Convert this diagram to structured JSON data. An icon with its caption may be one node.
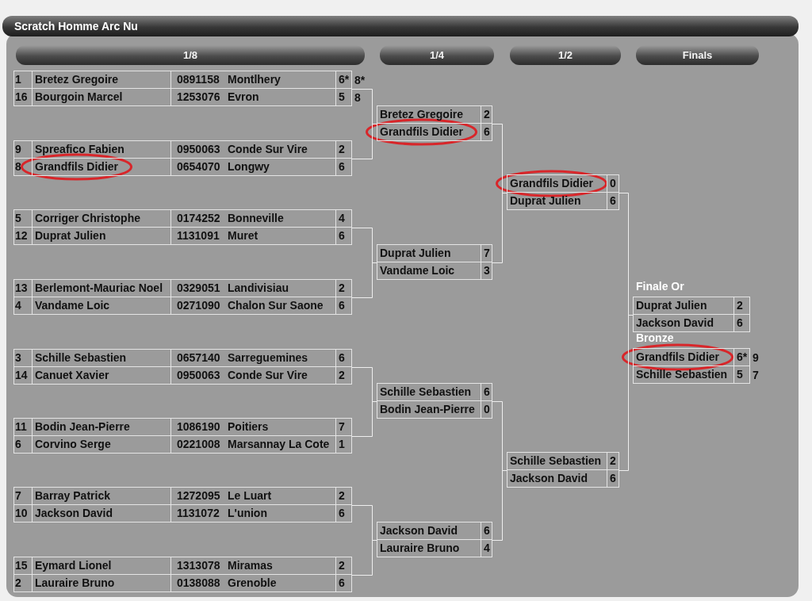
{
  "diagram": {
    "title": "Scratch Homme Arc Nu",
    "nodes": [
      {
        "text": [
          "1/8"
        ]
      },
      {
        "text": [
          "1/4"
        ]
      },
      {
        "text": [
          "1/2"
        ]
      },
      {
        "text": [
          "Finals"
        ]
      },
      {
        "text": [
          "1",
          "Bretez Gregoire",
          "0891158",
          "Montlhery",
          "6*",
          "16",
          "Bourgoin Marcel",
          "1253076",
          "Evron",
          "5"
        ],
        "beside": [
          "8*",
          "8"
        ]
      },
      {
        "text": [
          "9",
          "Spreafico Fabien",
          "0950063",
          "Conde Sur Vire",
          "2",
          "8",
          "Grandfils Didier",
          "0654070",
          "Longwy",
          "6"
        ]
      },
      {
        "text": [
          "5",
          "Corriger Christophe",
          "0174252",
          "Bonneville",
          "4",
          "12",
          "Duprat Julien",
          "1131091",
          "Muret",
          "6"
        ]
      },
      {
        "text": [
          "13",
          "Berlemont-Mauriac Noel",
          "0329051",
          "Landivisiau",
          "2",
          "4",
          "Vandame Loic",
          "0271090",
          "Chalon Sur Saone",
          "6"
        ]
      },
      {
        "text": [
          "3",
          "Schille Sebastien",
          "0657140",
          "Sarreguemines",
          "6",
          "14",
          "Canuet Xavier",
          "0950063",
          "Conde Sur Vire",
          "2"
        ]
      },
      {
        "text": [
          "11",
          "Bodin Jean-Pierre",
          "1086190",
          "Poitiers",
          "7",
          "6",
          "Corvino Serge",
          "0221008",
          "Marsannay La Cote",
          "1"
        ]
      },
      {
        "text": [
          "7",
          "Barray Patrick",
          "1272095",
          "Le Luart",
          "2",
          "10",
          "Jackson David",
          "1131072",
          "L'union",
          "6"
        ]
      },
      {
        "text": [
          "15",
          "Eymard Lionel",
          "1313078",
          "Miramas",
          "2",
          "2",
          "Lauraire Bruno",
          "0138088",
          "Grenoble",
          "6"
        ]
      },
      {
        "text": [
          "Bretez Gregoire",
          "2",
          "Grandfils Didier",
          "6"
        ]
      },
      {
        "text": [
          "Duprat Julien",
          "7",
          "Vandame Loic",
          "3"
        ]
      },
      {
        "text": [
          "Schille Sebastien",
          "6",
          "Bodin Jean-Pierre",
          "0"
        ]
      },
      {
        "text": [
          "Jackson David",
          "6",
          "Lauraire Bruno",
          "4"
        ]
      },
      {
        "text": [
          "Grandfils Didier",
          "0",
          "Duprat Julien",
          "6"
        ]
      },
      {
        "text": [
          "Schille Sebastien",
          "2",
          "Jackson David",
          "6"
        ]
      },
      {
        "text": [
          "Finale Or",
          "Duprat Julien",
          "2",
          "Jackson David",
          "6"
        ]
      },
      {
        "text": [
          "Bronze",
          "Grandfils Didier",
          "6*",
          "Schille Sebastien",
          "5"
        ],
        "beside": [
          "9",
          "7"
        ]
      }
    ],
    "edges": [
      {
        "from": 4,
        "to": 12,
        "arrow": "none"
      },
      {
        "from": 5,
        "to": 12,
        "arrow": "none"
      },
      {
        "from": 6,
        "to": 13,
        "arrow": "none"
      },
      {
        "from": 7,
        "to": 13,
        "arrow": "none"
      },
      {
        "from": 8,
        "to": 14,
        "arrow": "none"
      },
      {
        "from": 9,
        "to": 14,
        "arrow": "none"
      },
      {
        "from": 10,
        "to": 15,
        "arrow": "none"
      },
      {
        "from": 11,
        "to": 15,
        "arrow": "none"
      },
      {
        "from": 12,
        "to": 16,
        "arrow": "none"
      },
      {
        "from": 13,
        "to": 16,
        "arrow": "none"
      },
      {
        "from": 14,
        "to": 17,
        "arrow": "none"
      },
      {
        "from": 15,
        "to": 17,
        "arrow": "none"
      },
      {
        "from": 16,
        "to": 18,
        "arrow": "none"
      },
      {
        "from": 17,
        "to": 18,
        "arrow": "none"
      }
    ]
  }
}
